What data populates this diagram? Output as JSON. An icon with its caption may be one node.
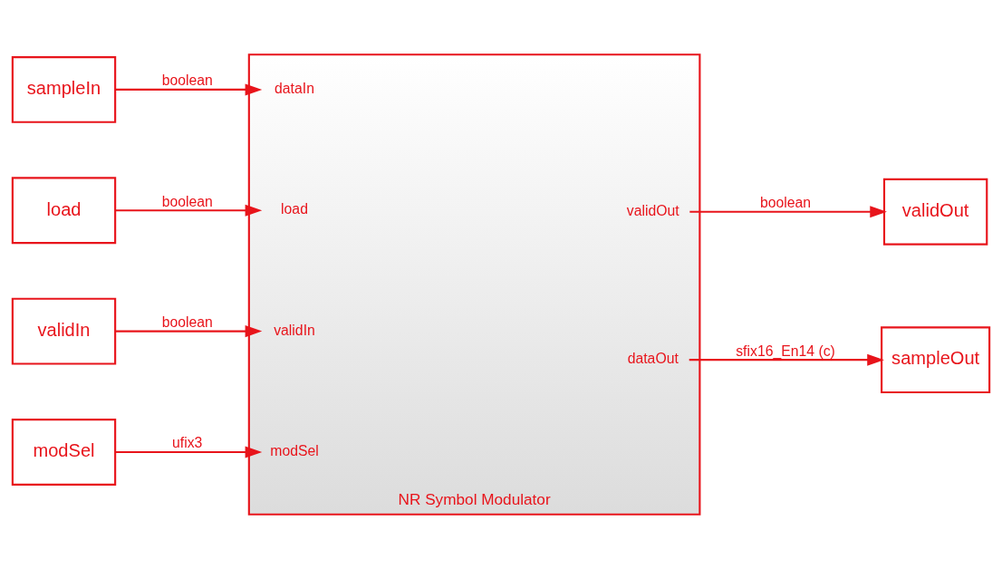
{
  "diagram": {
    "nodes": [
      {
        "text": [
          "sampleIn"
        ]
      },
      {
        "text": [
          "validIn"
        ]
      },
      {
        "text": [
          "modSel"
        ]
      },
      {
        "text": [
          "load"
        ]
      },
      {
        "text": [
          "NR Symbol Modulator"
        ]
      },
      {
        "text": [
          "dataIn"
        ],
        "in": 4
      },
      {
        "text": [
          "validIn"
        ],
        "in": 4
      },
      {
        "text": [
          "modSel"
        ],
        "in": 4
      },
      {
        "text": [
          "load"
        ],
        "in": 4
      },
      {
        "text": [
          "dataOut"
        ],
        "in": 4
      },
      {
        "text": [
          "validOut"
        ],
        "in": 4
      },
      {
        "text": [
          "sampleOut"
        ]
      },
      {
        "text": [
          "validOut"
        ]
      }
    ],
    "edges": [
      {
        "from": 0,
        "to": 5,
        "arrow": "to",
        "label": "boolean"
      },
      {
        "from": 1,
        "to": 6,
        "arrow": "to",
        "label": "boolean"
      },
      {
        "from": 2,
        "to": 7,
        "arrow": "to",
        "label": "ufix3"
      },
      {
        "from": 3,
        "to": 8,
        "arrow": "to",
        "label": "boolean"
      },
      {
        "from": 9,
        "to": 11,
        "arrow": "to",
        "label": "sfix16_En14 (c)"
      },
      {
        "from": 10,
        "to": 12,
        "arrow": "to",
        "label": "boolean"
      }
    ]
  }
}
